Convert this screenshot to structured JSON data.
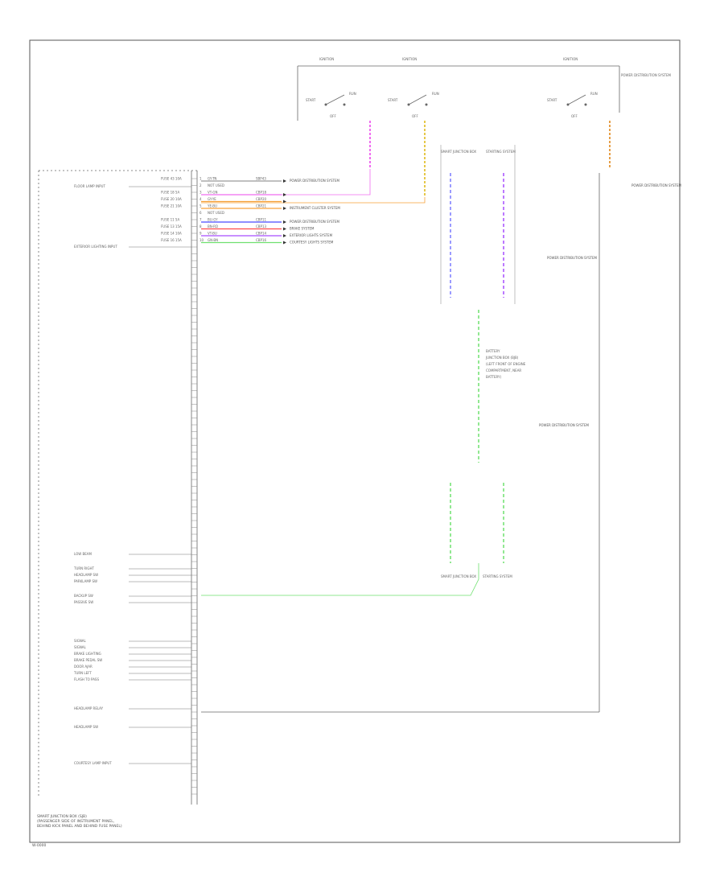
{
  "diagram_code": "W-0000",
  "notes": [
    "SMART JUNCTION BOX (SJB)",
    "(PASSENGER SIDE OF INSTRUMENT PANEL,",
    "BEHIND KICK PANEL AND BEHIND FUSE PANEL)"
  ],
  "colors": {
    "pink": "#f06cf0",
    "orange": "#f6a13a",
    "purple": "#a64dff",
    "yellow": "#e6e04a",
    "blue": "#4b4bff",
    "red": "#ff4a4a",
    "green": "#6fe06f",
    "gray": "#9a9a9a",
    "lightblue": "#6ec6ff"
  },
  "switches": [
    {
      "title": "IGNITION",
      "pos_a": "START",
      "pos_b": "RUN",
      "pos_c": "OFF"
    },
    {
      "title": "IGNITION",
      "pos_a": "START",
      "pos_b": "RUN",
      "pos_c": "OFF"
    },
    {
      "title": "IGNITION",
      "pos_a": "START",
      "pos_b": "RUN",
      "pos_c": "OFF"
    }
  ],
  "right_blocks": [
    {
      "title": "POWER DISTRIBUTION SYSTEM"
    },
    {
      "title": "POWER DISTRIBUTION SYSTEM"
    },
    {
      "title": "POWER DISTRIBUTION SYSTEM"
    },
    {
      "title": "POWER DISTRIBUTION SYSTEM"
    }
  ],
  "battery_note": [
    "BATTERY",
    "JUNCTION BOX (BJB)",
    "(LEFT FRONT OF ENGINE",
    "COMPARTMENT, NEAR",
    "BATTERY)"
  ],
  "splice_labels": [
    "SMART JUNCTION BOX",
    "STARTING SYSTEM",
    "SMART JUNCTION BOX",
    "STARTING SYSTEM"
  ],
  "left_labels": [
    "FLOOR LAMP INPUT",
    "EXTERIOR LIGHTING INPUT",
    "LOW BEAM",
    "TURN RIGHT",
    "HEADLAMP SW",
    "PARKLAMP SW",
    "BACKUP SW",
    "PASSIVE SW",
    "SIGNAL",
    "SIGNAL",
    "BRAKE LIGHTING",
    "BRAKE PEDAL SW",
    "DOOR AJAR",
    "TURN LEFT",
    "FLASH TO PASS",
    "HEADLAMP RELAY",
    "HEADLAMP SW",
    "COURTESY LAMP INPUT"
  ],
  "rows": [
    {
      "pin": "1",
      "fuse": "FUSE 43 10A",
      "wire": "GY-TN",
      "circ": "SBP43",
      "color": "gray",
      "sys": "POWER DISTRIBUTION SYSTEM"
    },
    {
      "pin": "2",
      "fuse": "",
      "wire": "NOT USED",
      "circ": "",
      "color": "",
      "sys": ""
    },
    {
      "pin": "3",
      "fuse": "FUSE 18 5A",
      "wire": "VT-GN",
      "circ": "CBP18",
      "color": "pink",
      "sys": ""
    },
    {
      "pin": "4",
      "fuse": "FUSE 20 10A",
      "wire": "GY-YE",
      "circ": "CBP20",
      "color": "orange",
      "sys": ""
    },
    {
      "pin": "5",
      "fuse": "FUSE 21 10A",
      "wire": "YE-BU",
      "circ": "CBP21",
      "color": "orange",
      "sys": "INSTRUMENT CLUSTER SYSTEM"
    },
    {
      "pin": "6",
      "fuse": "",
      "wire": "NOT USED",
      "circ": "",
      "color": "",
      "sys": ""
    },
    {
      "pin": "7",
      "fuse": "FUSE 11 5A",
      "wire": "BU-GY",
      "circ": "CBP11",
      "color": "blue",
      "sys": "POWER DISTRIBUTION SYSTEM"
    },
    {
      "pin": "8",
      "fuse": "FUSE 13 15A",
      "wire": "BN-RD",
      "circ": "CBP13",
      "color": "red",
      "sys": "BRAKE SYSTEM"
    },
    {
      "pin": "9",
      "fuse": "FUSE 14 10A",
      "wire": "VT-BU",
      "circ": "CBP14",
      "color": "purple",
      "sys": "EXTERIOR LIGHTS SYSTEM"
    },
    {
      "pin": "10",
      "fuse": "FUSE 16 15A",
      "wire": "GN-BN",
      "circ": "CBP16",
      "color": "green",
      "sys": "COURTESY LIGHTS SYSTEM"
    }
  ]
}
